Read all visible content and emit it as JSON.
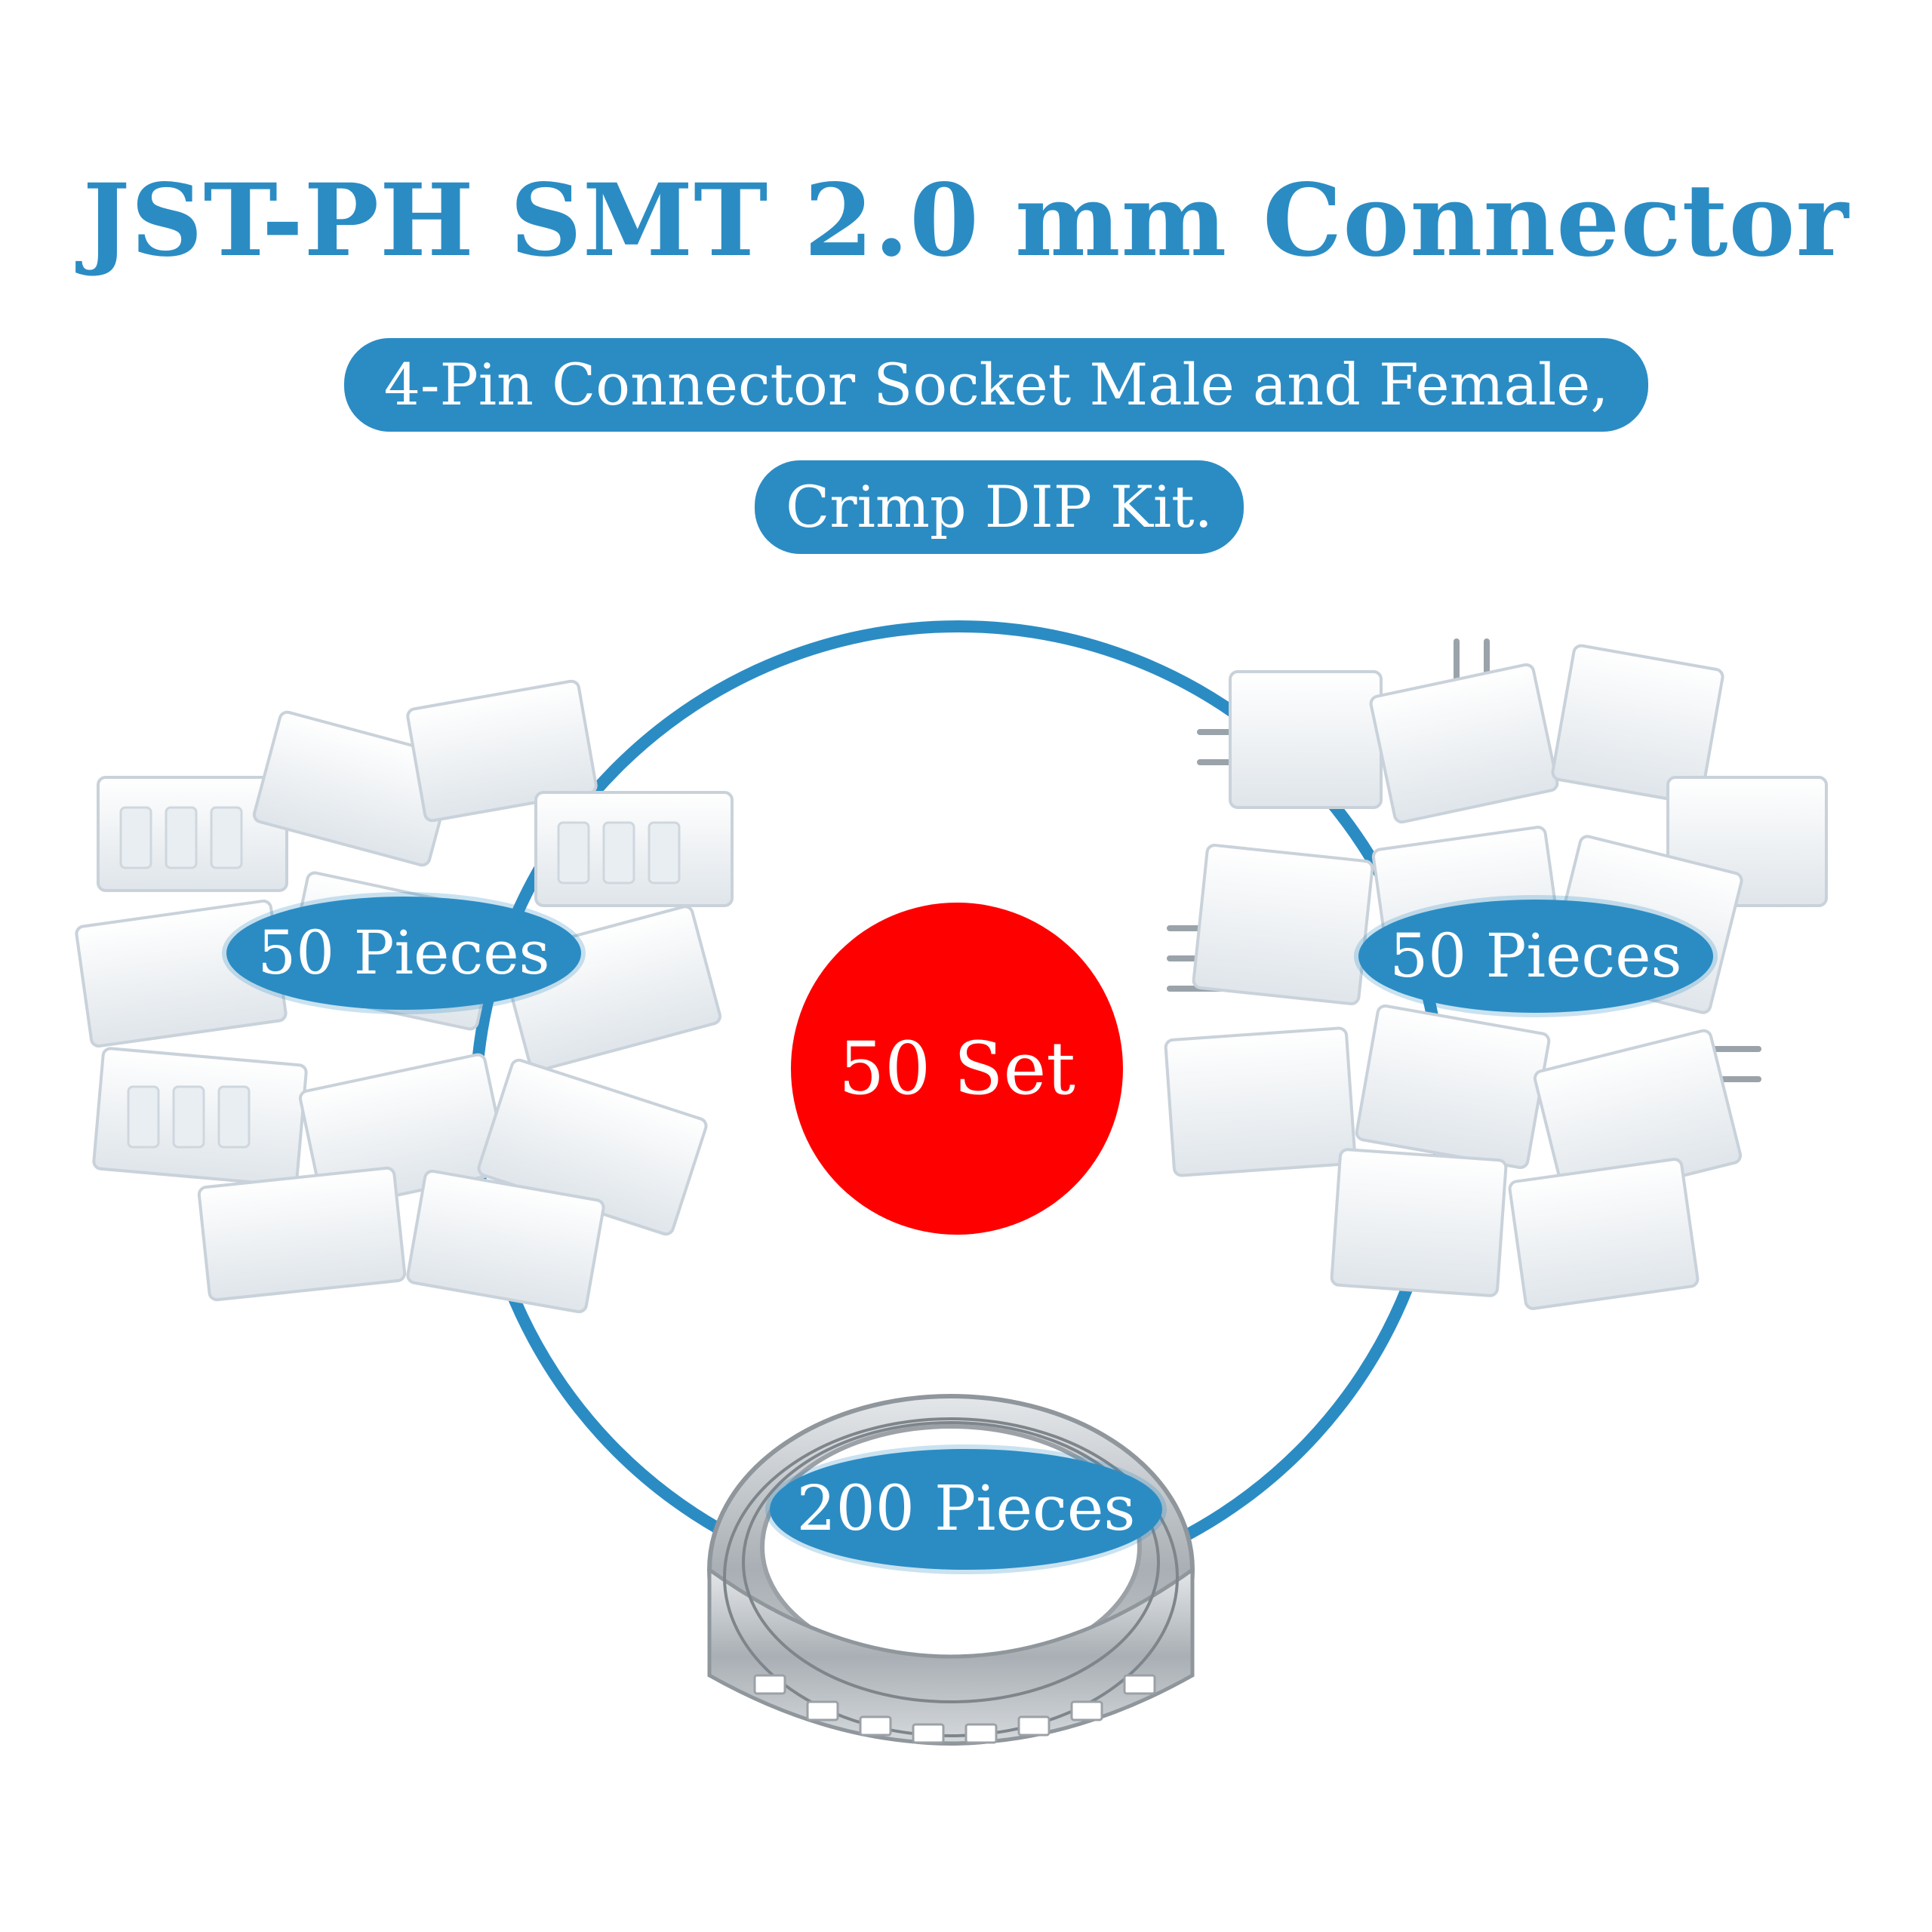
{
  "header": {
    "title": "JST-PH SMT 2.0 mm Connector",
    "subtitle_line1": "4-Pin Connector Socket Male and Female,",
    "subtitle_line2": "Crimp DIP Kit."
  },
  "center": {
    "set_label": "50 Set"
  },
  "items": [
    {
      "label": "50 Pieces",
      "icon": "female-housing-pile"
    },
    {
      "label": "50 Pieces",
      "icon": "male-header-pile"
    },
    {
      "label": "200 Pieces",
      "icon": "crimp-terminal-reel"
    }
  ],
  "colors": {
    "accent": "#2b8cc4",
    "highlight": "#ff0000",
    "background": "#ffffff"
  }
}
